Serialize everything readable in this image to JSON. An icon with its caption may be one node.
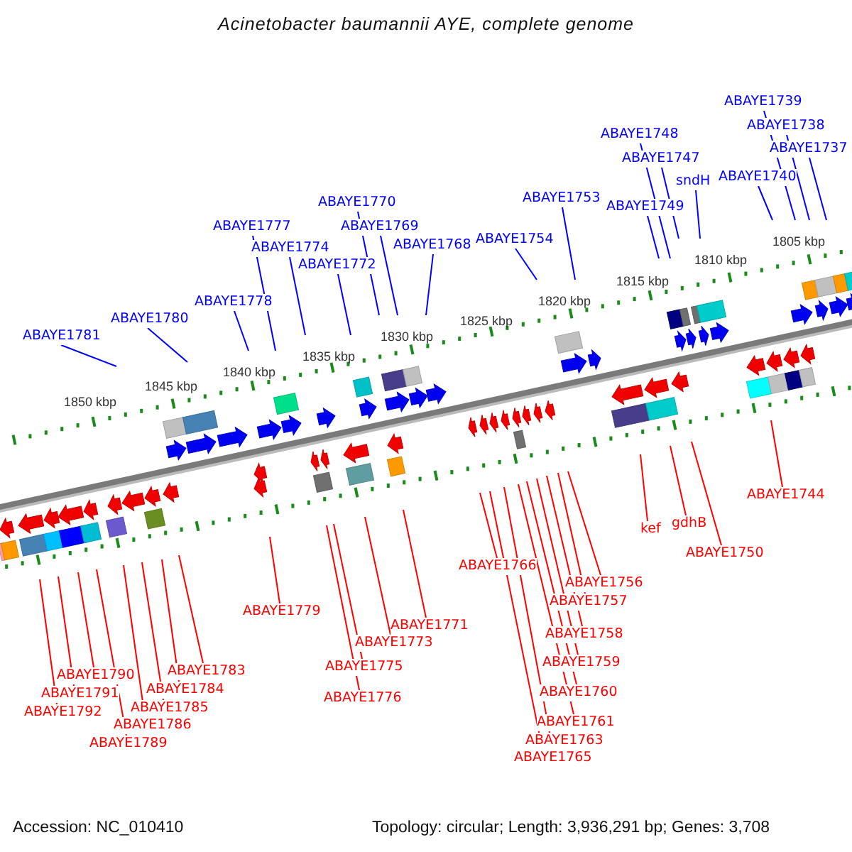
{
  "diagram": {
    "title": "Acinetobacter baumannii AYE, complete genome",
    "nodes": [
      {
        "text": [
          "ABAYE1739"
        ]
      },
      {
        "text": [
          "ABAYE1738"
        ]
      },
      {
        "text": [
          "ABAYE1748"
        ]
      },
      {
        "text": [
          "ABAYE1737"
        ]
      },
      {
        "text": [
          "ABAYE1747"
        ]
      },
      {
        "text": [
          "ABAYE1740"
        ]
      },
      {
        "text": [
          "sndH"
        ]
      },
      {
        "text": [
          "ABAYE1753"
        ]
      },
      {
        "text": [
          "ABAYE1770"
        ]
      },
      {
        "text": [
          "ABAYE1749"
        ]
      },
      {
        "text": [
          "ABAYE1777"
        ]
      },
      {
        "text": [
          "ABAYE1769"
        ]
      },
      {
        "text": [
          "ABAYE1754"
        ]
      },
      {
        "text": [
          "ABAYE1768"
        ]
      },
      {
        "text": [
          "ABAYE1774"
        ]
      },
      {
        "text": [
          "ABAYE1772"
        ]
      },
      {
        "text": [
          "ABAYE1778"
        ]
      },
      {
        "text": [
          "ABAYE1780"
        ]
      },
      {
        "text": [
          "ABAYE1781"
        ]
      },
      {
        "text": [
          "ABAYE1744"
        ]
      },
      {
        "text": [
          "gdhB"
        ]
      },
      {
        "text": [
          "kef"
        ]
      },
      {
        "text": [
          "ABAYE1750"
        ]
      },
      {
        "text": [
          "ABAYE1766"
        ]
      },
      {
        "text": [
          "ABAYE1756"
        ]
      },
      {
        "text": [
          "ABAYE1757"
        ]
      },
      {
        "text": [
          "ABAYE1779"
        ]
      },
      {
        "text": [
          "ABAYE1771"
        ]
      },
      {
        "text": [
          "ABAYE1758"
        ]
      },
      {
        "text": [
          "ABAYE1773"
        ]
      },
      {
        "text": [
          "ABAYE1759"
        ]
      },
      {
        "text": [
          "ABAYE1775"
        ]
      },
      {
        "text": [
          "ABAYE1783"
        ]
      },
      {
        "text": [
          "ABAYE1790"
        ]
      },
      {
        "text": [
          "ABAYE1784"
        ]
      },
      {
        "text": [
          "ABAYE1760"
        ]
      },
      {
        "text": [
          "ABAYE1791"
        ]
      },
      {
        "text": [
          "ABAYE1776"
        ]
      },
      {
        "text": [
          "ABAYE1785"
        ]
      },
      {
        "text": [
          "ABAYE1792"
        ]
      },
      {
        "text": [
          "ABAYE1761"
        ]
      },
      {
        "text": [
          "ABAYE1786"
        ]
      },
      {
        "text": [
          "ABAYE1763"
        ]
      },
      {
        "text": [
          "ABAYE1789"
        ]
      },
      {
        "text": [
          "ABAYE1765"
        ]
      }
    ],
    "edges": [
      {
        "from": 0,
        "to": null,
        "arrow": "none",
        "color": "#0000ff"
      },
      {
        "from": 1,
        "to": null,
        "arrow": "none",
        "color": "#0000ff"
      },
      {
        "from": 2,
        "to": null,
        "arrow": "none",
        "color": "#0000ff"
      },
      {
        "from": 3,
        "to": null,
        "arrow": "none",
        "color": "#0000ff"
      },
      {
        "from": 4,
        "to": null,
        "arrow": "none",
        "color": "#0000ff"
      },
      {
        "from": 5,
        "to": null,
        "arrow": "none",
        "color": "#0000ff"
      },
      {
        "from": 6,
        "to": null,
        "arrow": "none",
        "color": "#0000ff"
      },
      {
        "from": 7,
        "to": null,
        "arrow": "none",
        "color": "#0000ff"
      },
      {
        "from": 8,
        "to": null,
        "arrow": "none",
        "color": "#0000ff"
      },
      {
        "from": 9,
        "to": null,
        "arrow": "none",
        "color": "#0000ff"
      },
      {
        "from": 10,
        "to": null,
        "arrow": "none",
        "color": "#0000ff"
      },
      {
        "from": 11,
        "to": null,
        "arrow": "none",
        "color": "#0000ff"
      },
      {
        "from": 12,
        "to": null,
        "arrow": "none",
        "color": "#0000ff"
      },
      {
        "from": 13,
        "to": null,
        "arrow": "none",
        "color": "#0000ff"
      },
      {
        "from": 14,
        "to": null,
        "arrow": "none",
        "color": "#0000ff"
      },
      {
        "from": 15,
        "to": null,
        "arrow": "none",
        "color": "#0000ff"
      },
      {
        "from": 16,
        "to": null,
        "arrow": "none",
        "color": "#0000ff"
      },
      {
        "from": 17,
        "to": null,
        "arrow": "none",
        "color": "#0000ff"
      },
      {
        "from": 18,
        "to": null,
        "arrow": "none",
        "color": "#0000ff"
      },
      {
        "from": 19,
        "to": null,
        "arrow": "none"
      },
      {
        "from": 20,
        "to": null,
        "arrow": "none"
      },
      {
        "from": 21,
        "to": null,
        "arrow": "none"
      },
      {
        "from": 22,
        "to": null,
        "arrow": "none"
      },
      {
        "from": 23,
        "to": null,
        "arrow": "none"
      },
      {
        "from": 24,
        "to": null,
        "arrow": "none"
      },
      {
        "from": 25,
        "to": null,
        "arrow": "none"
      },
      {
        "from": 26,
        "to": null,
        "arrow": "none"
      },
      {
        "from": 27,
        "to": null,
        "arrow": "none"
      },
      {
        "from": 28,
        "to": null,
        "arrow": "none"
      },
      {
        "from": 29,
        "to": null,
        "arrow": "none"
      },
      {
        "from": 30,
        "to": null,
        "arrow": "none"
      },
      {
        "from": 31,
        "to": null,
        "arrow": "none"
      },
      {
        "from": 32,
        "to": null,
        "arrow": "none"
      },
      {
        "from": 33,
        "to": null,
        "arrow": "none"
      },
      {
        "from": 34,
        "to": null,
        "arrow": "none"
      },
      {
        "from": 35,
        "to": null,
        "arrow": "none"
      },
      {
        "from": 36,
        "to": null,
        "arrow": "none"
      },
      {
        "from": 37,
        "to": null,
        "arrow": "none"
      },
      {
        "from": 38,
        "to": null,
        "arrow": "none"
      },
      {
        "from": 39,
        "to": null,
        "arrow": "none"
      },
      {
        "from": 40,
        "to": null,
        "arrow": "none"
      },
      {
        "from": 41,
        "to": null,
        "arrow": "none"
      },
      {
        "from": 42,
        "to": null,
        "arrow": "none"
      },
      {
        "from": 43,
        "to": null,
        "arrow": "none"
      },
      {
        "from": 44,
        "to": null,
        "arrow": "none"
      }
    ],
    "labels": [
      "1805 kbp",
      "1810 kbp",
      "1815 kbp",
      "1820 kbp",
      "1825 kbp",
      "1830 kbp",
      "1835 kbp",
      "1840 kbp",
      "1845 kbp",
      "1850 kbp",
      "Accession: NC_010410",
      "Topology: circular; Length: 3,936,291 bp; Genes: 3,708"
    ]
  }
}
